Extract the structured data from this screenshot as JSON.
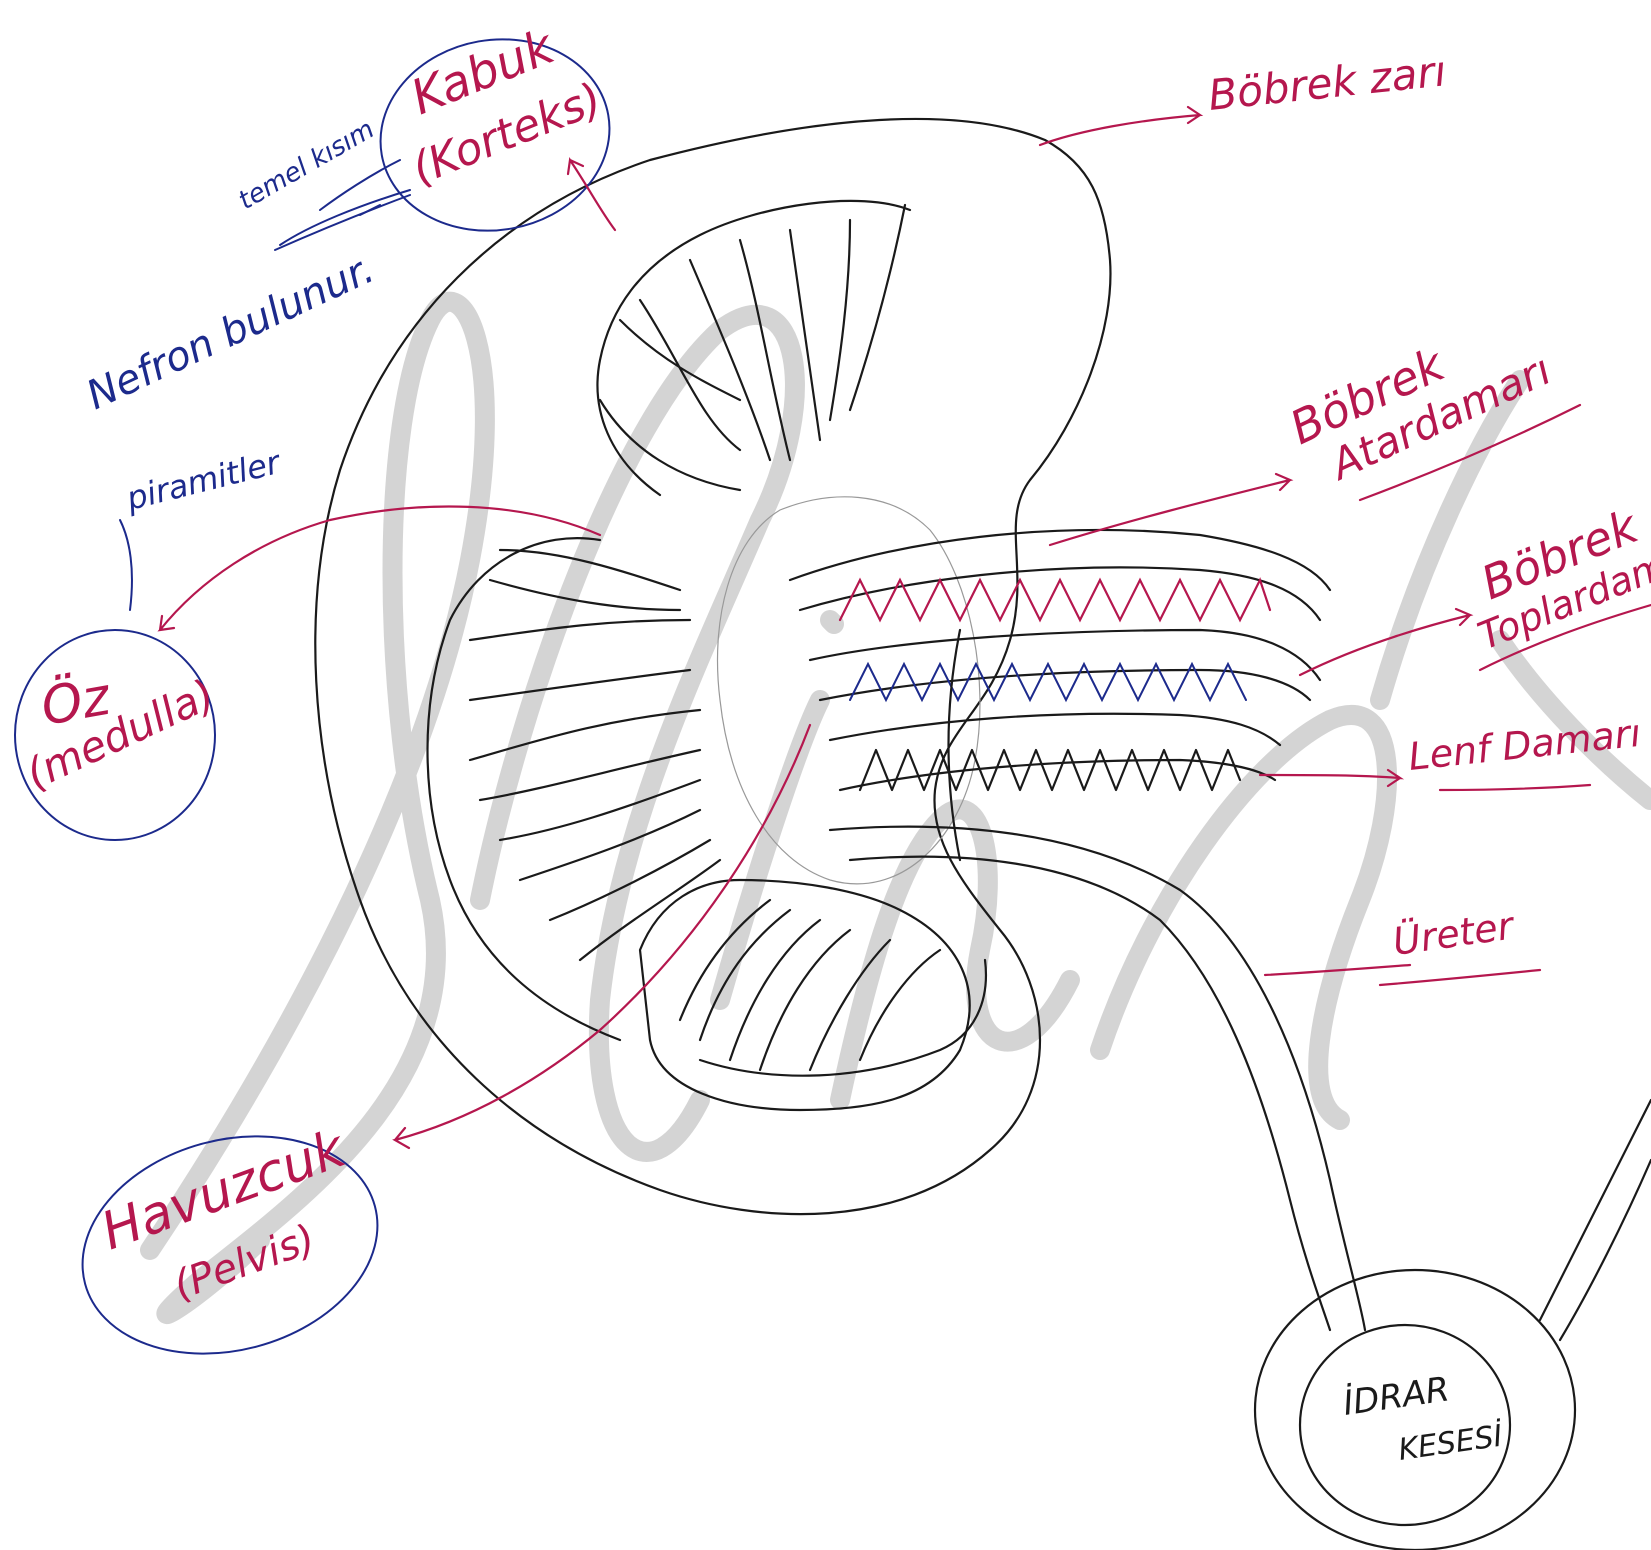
{
  "labels": {
    "kabuk": "Kabuk",
    "korteks": "(Korteks)",
    "temel_kisim": "temel kısım",
    "nefron": "Nefron bulunur.",
    "oz": "Öz",
    "medulla": "(medulla)",
    "piramitler": "piramitler",
    "havuzcuk": "Havuzcuk",
    "pelvis": "(Pelvis)",
    "bobrek_zari": "Böbrek zarı",
    "bobrek_atardamari_1": "Böbrek",
    "bobrek_atardamari_2": "Atardamarı",
    "bobrek_toplardamari_1": "Böbrek",
    "bobrek_toplardamari_2": "Toplardamarı",
    "lenf_damari": "Lenf Damarı",
    "ureter": "Üreter",
    "idrar_kesesi_1": "İDRAR",
    "idrar_kesesi_2": "KESESİ"
  },
  "colors": {
    "label_red": "#b5174e",
    "label_blue": "#1c2a8c",
    "outline": "#1a1a1a",
    "watermark": "#c9c9c9"
  }
}
